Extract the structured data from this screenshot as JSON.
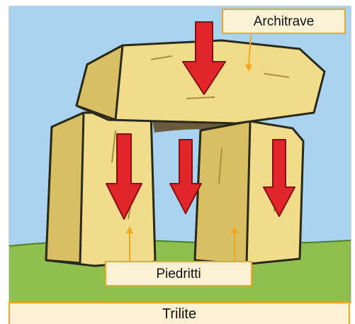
{
  "labels": {
    "architrave": "Architrave",
    "piedritti": "Piedritti",
    "trilite": "Trilite"
  },
  "colors": {
    "sky": "#a9d3ee",
    "stone": "#f0dc8a",
    "stone_shadow": "#d9bf63",
    "grass": "#8fbf4e",
    "arrow": "#e0262a",
    "leader": "#f4a51c",
    "label_fill": "#fdf1d6"
  }
}
